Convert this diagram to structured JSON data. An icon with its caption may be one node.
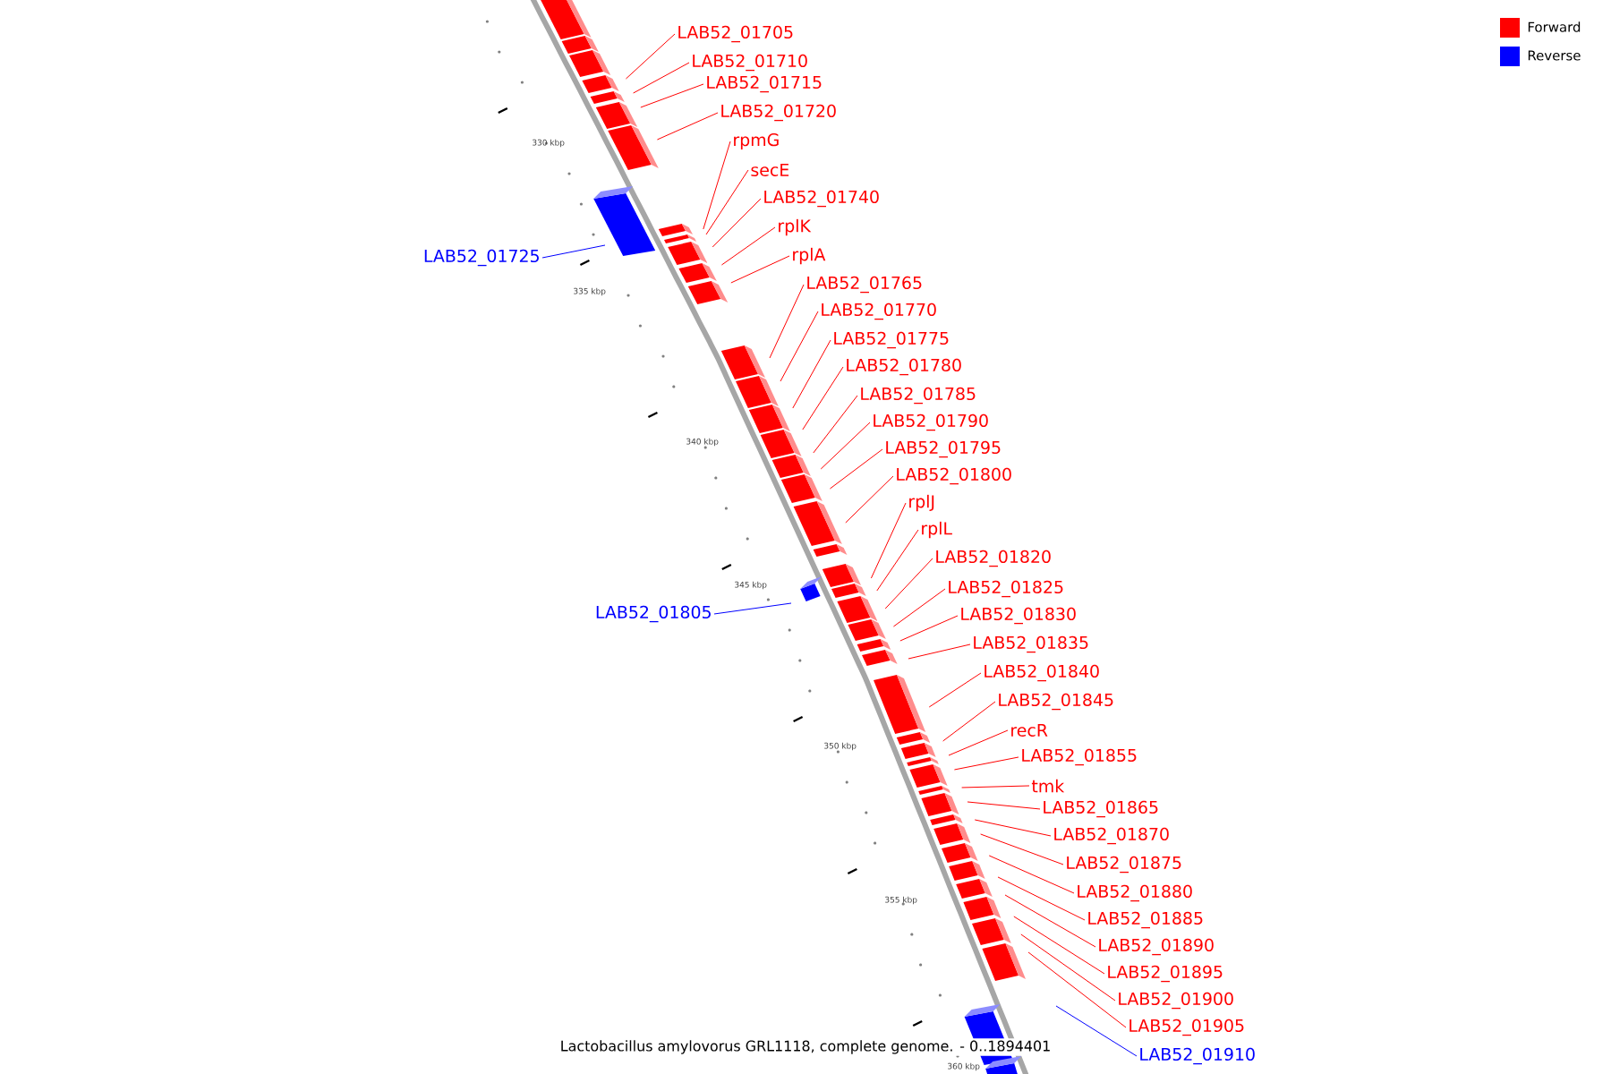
{
  "diagram": {
    "caption": "Lactobacillus amylovorus GRL1118, complete genome. - 0..1894401",
    "nodes": [
      {
        "text": [
          "LAB52_01705"
        ]
      },
      {
        "text": [
          "LAB52_01710"
        ]
      },
      {
        "text": [
          "LAB52_01715"
        ]
      },
      {
        "text": [
          "LAB52_01720"
        ]
      },
      {
        "text": [
          "rpmG"
        ]
      },
      {
        "text": [
          "secE"
        ]
      },
      {
        "text": [
          "LAB52_01740"
        ]
      },
      {
        "text": [
          "rplK"
        ]
      },
      {
        "text": [
          "rplA"
        ]
      },
      {
        "text": [
          "LAB52_01765"
        ]
      },
      {
        "text": [
          "LAB52_01770"
        ]
      },
      {
        "text": [
          "LAB52_01775"
        ]
      },
      {
        "text": [
          "LAB52_01780"
        ]
      },
      {
        "text": [
          "LAB52_01785"
        ]
      },
      {
        "text": [
          "LAB52_01790"
        ]
      },
      {
        "text": [
          "LAB52_01795"
        ]
      },
      {
        "text": [
          "LAB52_01800"
        ]
      },
      {
        "text": [
          "rplJ"
        ]
      },
      {
        "text": [
          "rplL"
        ]
      },
      {
        "text": [
          "LAB52_01820"
        ]
      },
      {
        "text": [
          "LAB52_01825"
        ]
      },
      {
        "text": [
          "LAB52_01830"
        ]
      },
      {
        "text": [
          "LAB52_01835"
        ]
      },
      {
        "text": [
          "LAB52_01840"
        ]
      },
      {
        "text": [
          "LAB52_01845"
        ]
      },
      {
        "text": [
          "recR"
        ]
      },
      {
        "text": [
          "LAB52_01855"
        ]
      },
      {
        "text": [
          "tmk"
        ]
      },
      {
        "text": [
          "LAB52_01865"
        ]
      },
      {
        "text": [
          "LAB52_01870"
        ]
      },
      {
        "text": [
          "LAB52_01875"
        ]
      },
      {
        "text": [
          "LAB52_01880"
        ]
      },
      {
        "text": [
          "LAB52_01885"
        ]
      },
      {
        "text": [
          "LAB52_01890"
        ]
      },
      {
        "text": [
          "LAB52_01895"
        ]
      },
      {
        "text": [
          "LAB52_01900"
        ]
      },
      {
        "text": [
          "LAB52_01905"
        ]
      },
      {
        "text": [
          "LAB52_01725"
        ]
      },
      {
        "text": [
          "LAB52_01805"
        ]
      },
      {
        "text": [
          "LAB52_01910"
        ]
      }
    ],
    "edges": [
      {
        "from": 0,
        "to": null,
        "arrow": "none"
      },
      {
        "from": 1,
        "to": null,
        "arrow": "none"
      },
      {
        "from": 2,
        "to": null,
        "arrow": "none"
      },
      {
        "from": 3,
        "to": null,
        "arrow": "none"
      },
      {
        "from": 4,
        "to": null,
        "arrow": "none"
      },
      {
        "from": 5,
        "to": null,
        "arrow": "none"
      },
      {
        "from": 6,
        "to": null,
        "arrow": "none"
      },
      {
        "from": 7,
        "to": null,
        "arrow": "none"
      },
      {
        "from": 8,
        "to": null,
        "arrow": "none"
      },
      {
        "from": 9,
        "to": null,
        "arrow": "none"
      },
      {
        "from": 10,
        "to": null,
        "arrow": "none"
      },
      {
        "from": 11,
        "to": null,
        "arrow": "none"
      },
      {
        "from": 12,
        "to": null,
        "arrow": "none"
      },
      {
        "from": 13,
        "to": null,
        "arrow": "none"
      },
      {
        "from": 14,
        "to": null,
        "arrow": "none"
      },
      {
        "from": 15,
        "to": null,
        "arrow": "none"
      },
      {
        "from": 16,
        "to": null,
        "arrow": "none"
      },
      {
        "from": 17,
        "to": null,
        "arrow": "none"
      },
      {
        "from": 18,
        "to": null,
        "arrow": "none"
      },
      {
        "from": 19,
        "to": null,
        "arrow": "none"
      },
      {
        "from": 20,
        "to": null,
        "arrow": "none"
      },
      {
        "from": 21,
        "to": null,
        "arrow": "none"
      },
      {
        "from": 22,
        "to": null,
        "arrow": "none"
      },
      {
        "from": 23,
        "to": null,
        "arrow": "none"
      },
      {
        "from": 24,
        "to": null,
        "arrow": "none"
      },
      {
        "from": 25,
        "to": null,
        "arrow": "none"
      },
      {
        "from": 26,
        "to": null,
        "arrow": "none"
      },
      {
        "from": 27,
        "to": null,
        "arrow": "none"
      },
      {
        "from": 28,
        "to": null,
        "arrow": "none"
      },
      {
        "from": 29,
        "to": null,
        "arrow": "none"
      },
      {
        "from": 30,
        "to": null,
        "arrow": "none"
      },
      {
        "from": 31,
        "to": null,
        "arrow": "none"
      },
      {
        "from": 32,
        "to": null,
        "arrow": "none"
      },
      {
        "from": 33,
        "to": null,
        "arrow": "none"
      },
      {
        "from": 34,
        "to": null,
        "arrow": "none"
      },
      {
        "from": 35,
        "to": null,
        "arrow": "none"
      },
      {
        "from": 36,
        "to": null,
        "arrow": "none"
      },
      {
        "from": 37,
        "to": null,
        "arrow": "none",
        "color": "#0000ff"
      },
      {
        "from": 38,
        "to": null,
        "arrow": "none",
        "color": "#0000ff"
      },
      {
        "from": 39,
        "to": null,
        "arrow": "none",
        "color": "#0000ff"
      }
    ],
    "labels": [
      "330 kbp",
      "335 kbp",
      "340 kbp",
      "345 kbp",
      "350 kbp",
      "355 kbp",
      "360 kbp"
    ],
    "legend": [
      {
        "text": "Forward",
        "color": "#ff0000"
      },
      {
        "text": "Reverse",
        "color": "#0000ff"
      }
    ]
  }
}
